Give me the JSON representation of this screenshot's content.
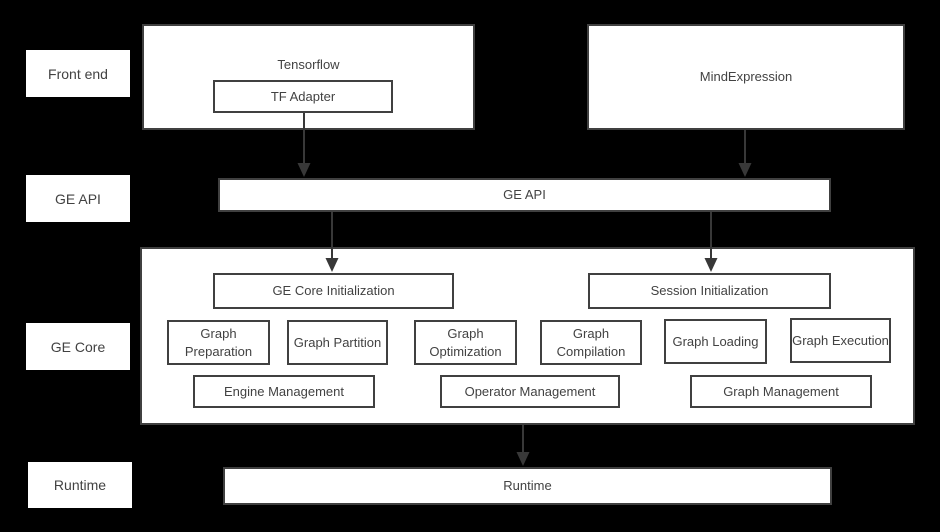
{
  "palette": {
    "background": "#000000",
    "box_fill": "#ffffff",
    "border": "#404040",
    "text": "#424242",
    "arrow": "#383838"
  },
  "side_labels": {
    "front_end": "Front end",
    "ge_api": "GE API",
    "ge_core": "GE Core",
    "runtime": "Runtime"
  },
  "front_end": {
    "tensorflow": {
      "title": "Tensorflow",
      "adapter": "TF Adapter"
    },
    "mind_expression": {
      "title": "MindExpression"
    }
  },
  "ge_api": {
    "bar_label": "GE API"
  },
  "ge_core": {
    "core_init": "GE Core Initialization",
    "session_init": "Session Initialization",
    "modules": [
      "Graph Preparation",
      "Graph Partition",
      "Graph Optimization",
      "Graph Compilation",
      "Graph Loading",
      "Graph Execution"
    ],
    "management": [
      "Engine Management",
      "Operator Management",
      "Graph Management"
    ]
  },
  "runtime": {
    "bar_label": "Runtime"
  }
}
